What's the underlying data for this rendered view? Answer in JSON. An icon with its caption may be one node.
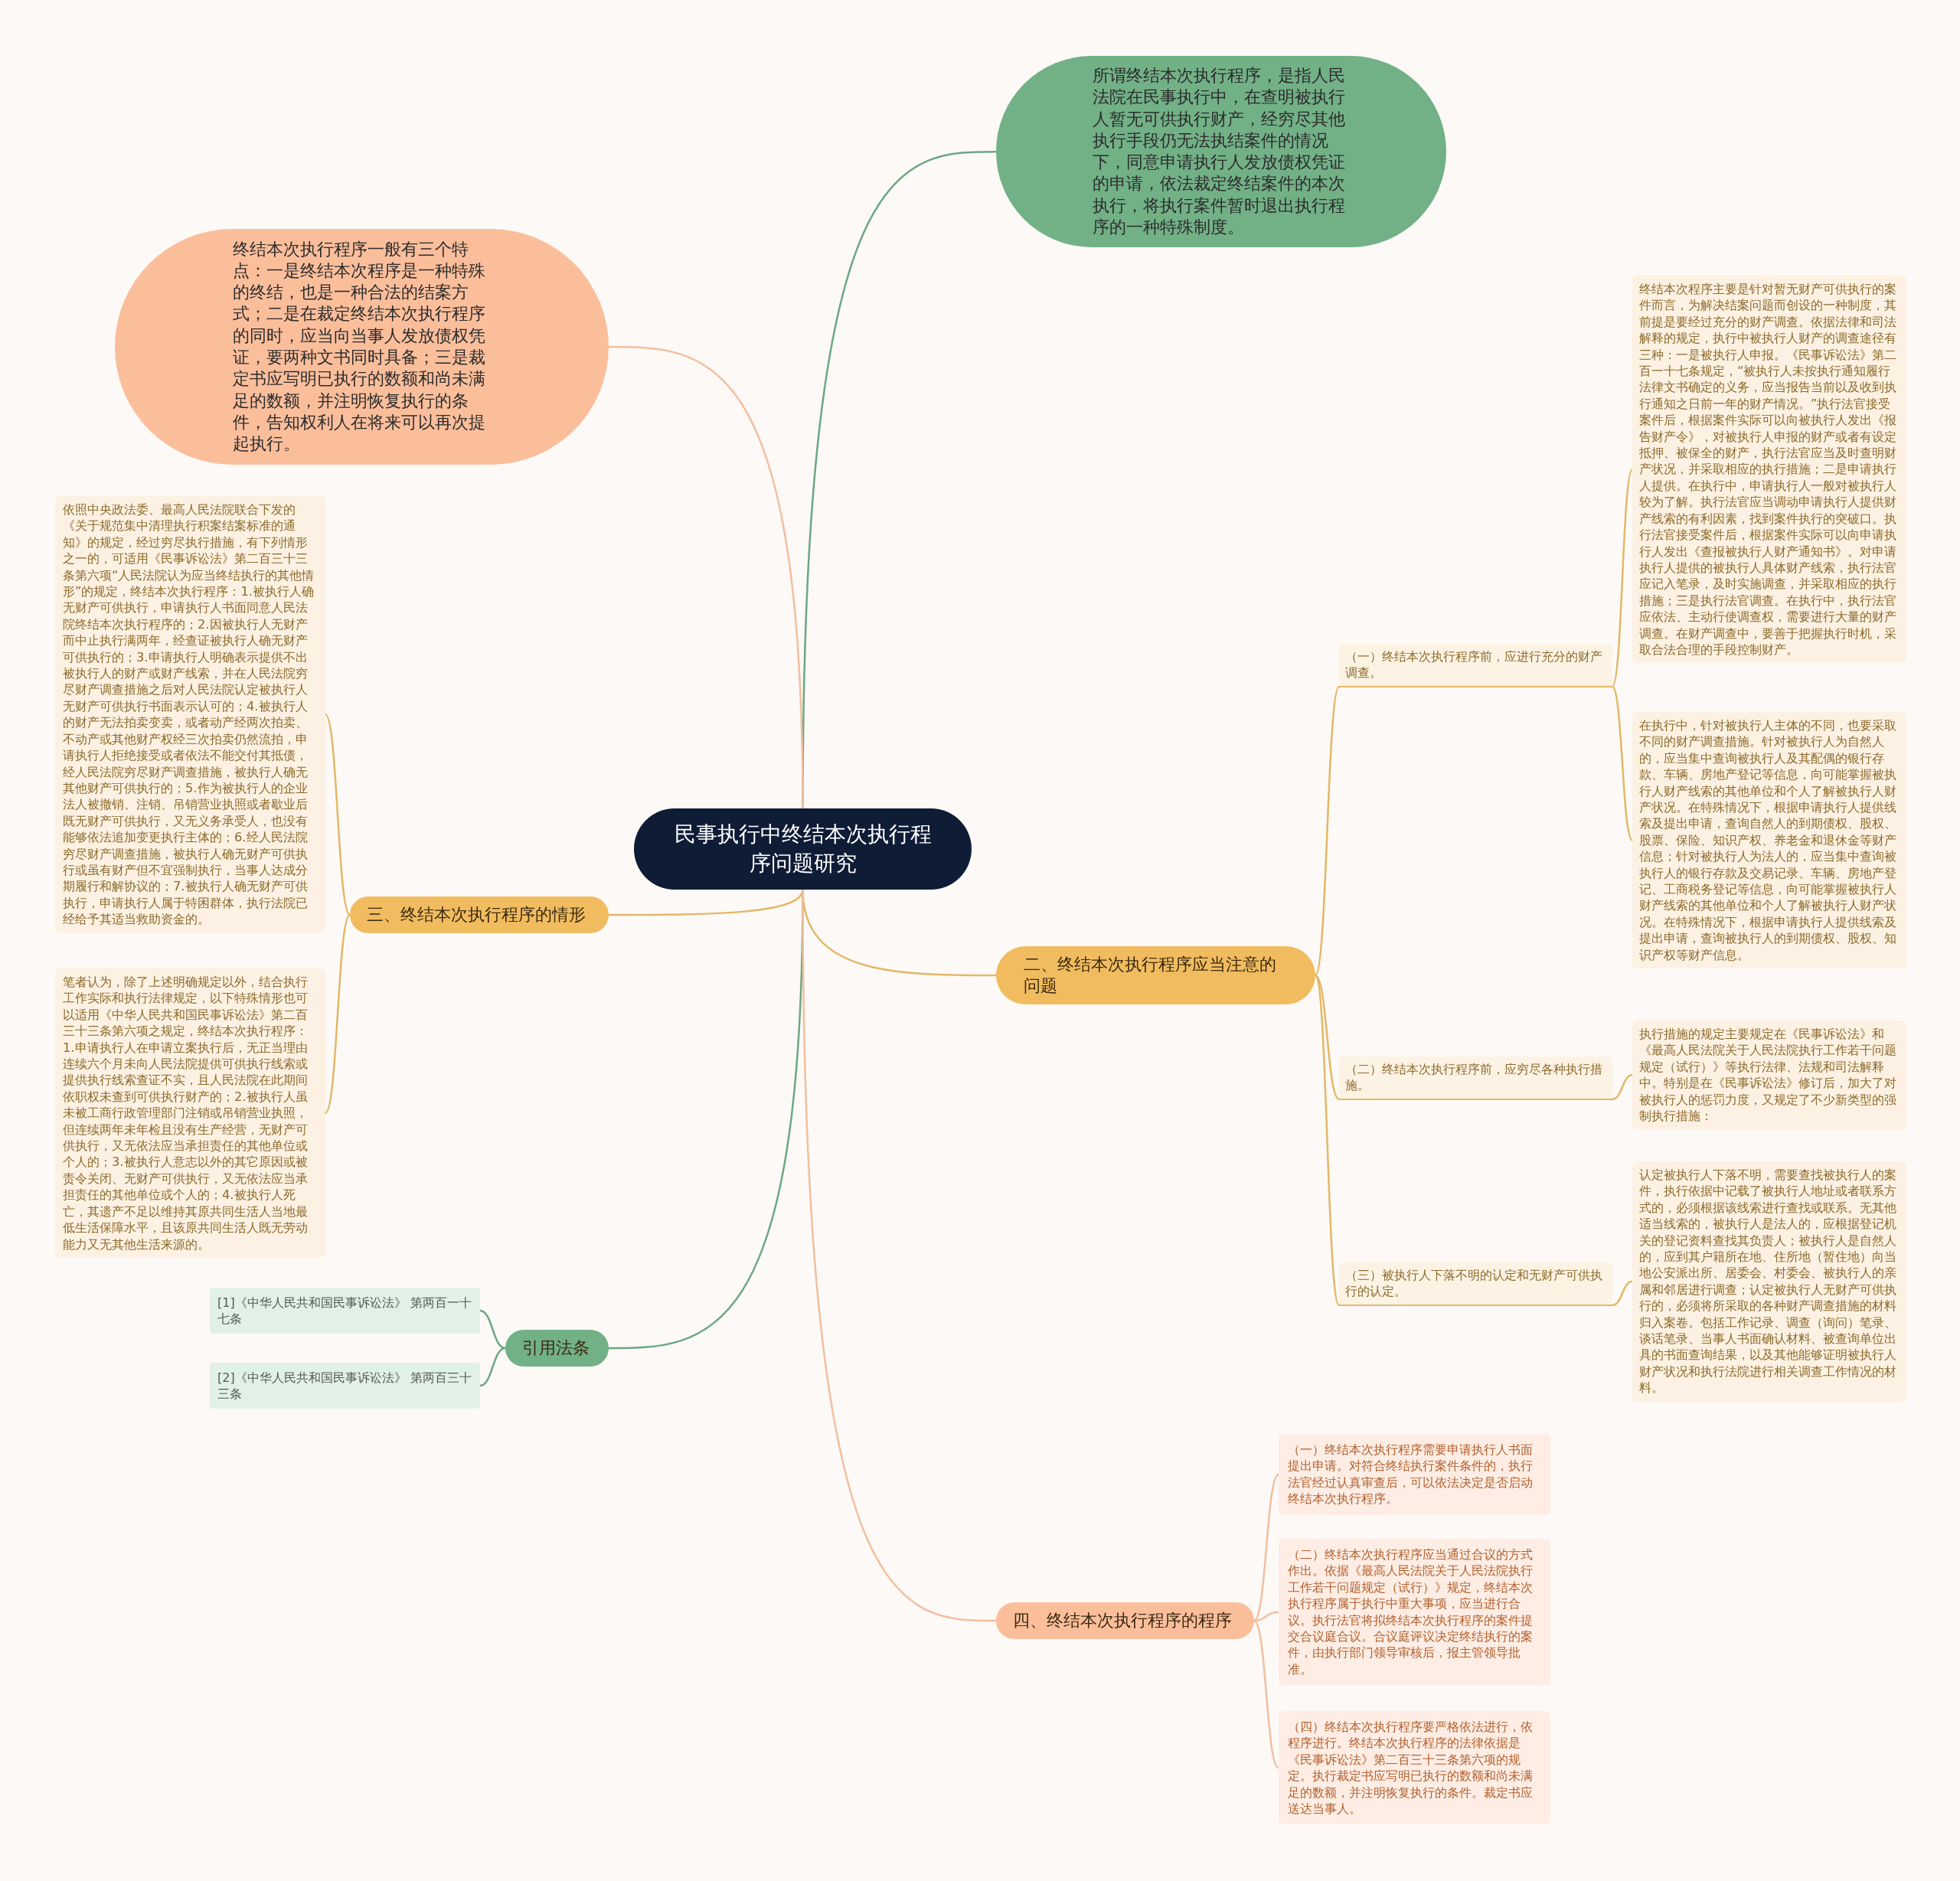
{
  "diagram": {
    "nodes": [
      {
        "text": [
          "民事执行中终结本次执行程序问题研究"
        ]
      },
      {
        "text": [
          "所谓终结本次执行程序，是指人民法院在民事执行中，在查明被执行人暂无可供执行财产，经穷尽其他执行手段仍无法执结案件的情况下，同意申请执行人发放债权凭证的申请，依法裁定终结案件的本次执行，将执行案件暂时退出执行程序的一种特殊制度。"
        ]
      },
      {
        "text": [
          "终结本次执行程序一般有三个特点：一是终结本次程序是一种特殊的终结，也是一种合法的结案方式；二是在裁定终结本次执行程序的同时，应当向当事人发放债权凭证，要两种文书同时具备；三是裁定书应写明已执行的数额和尚未满足的数额，并注明恢复执行的条件，告知权利人在将来可以再次提起执行。"
        ]
      },
      {
        "text": [
          "三、终结本次执行程序的情形"
        ]
      },
      {
        "text": [
          "依照中央政法委、最高人民法院联合下发的《关于规范集中清理执行积案结案标准的通知》的规定，经过穷尽执行措施，有下列情形之一的，可适用《民事诉讼法》第二百三十三条第六项“人民法院认为应当终结执行的其他情形”的规定，终结本次执行程序：1.被执行人确无财产可供执行，申请执行人书面同意人民法院终结本次执行程序的；2.因被执行人无财产而中止执行满两年，经查证被执行人确无财产可供执行的；3.申请执行人明确表示提供不出被执行人的财产或财产线索，并在人民法院穷尽财产调查措施之后对人民法院认定被执行人无财产可供执行书面表示认可的；4.被执行人的财产无法拍卖变卖，或者动产经两次拍卖、不动产或其他财产权经三次拍卖仍然流拍，申请执行人拒绝接受或者依法不能交付其抵债，经人民法院穷尽财产调查措施，被执行人确无其他财产可供执行的；5.作为被执行人的企业法人被撤销、注销、吊销营业执照或者歇业后既无财产可供执行，又无义务承受人，也没有能够依法追加变更执行主体的；6.经人民法院穷尽财产调查措施，被执行人确无财产可供执行或虽有财产但不宜强制执行，当事人达成分期履行和解协议的；7.被执行人确无财产可供执行，申请执行人属于特困群体，执行法院已经给予其适当救助资金的。"
        ]
      },
      {
        "text": [
          "笔者认为，除了上述明确规定以外，结合执行工作实际和执行法律规定，以下特殊情形也可以适用《中华人民共和国民事诉讼法》第二百三十三条第六项之规定，终结本次执行程序：1.申请执行人在申请立案执行后，无正当理由连续六个月未向人民法院提供可供执行线索或提供执行线索查证不实，且人民法院在此期间依职权未查到可供执行财产的；2.被执行人虽未被工商行政管理部门注销或吊销营业执照，但连续两年未年检且没有生产经营，无财产可供执行，又无依法应当承担责任的其他单位或个人的；3.被执行人意志以外的其它原因或被责令关闭、无财产可供执行，又无依法应当承担责任的其他单位或个人的；4.被执行人死亡，其遗产不足以维持其原共同生活人当地最低生活保障水平，且该原共同生活人既无劳动能力又无其他生活来源的。"
        ]
      },
      {
        "text": [
          "引用法条"
        ]
      },
      {
        "text": [
          "[1]《中华人民共和国民事诉讼法》 第两百一十七条"
        ]
      },
      {
        "text": [
          "[2]《中华人民共和国民事诉讼法》 第两百三十三条"
        ]
      },
      {
        "text": [
          "二、终结本次执行程序应当注意的问题"
        ]
      },
      {
        "text": [
          "（一）终结本次执行程序前，应进行充分的财产调查。"
        ]
      },
      {
        "text": [
          "终结本次程序主要是针对暂无财产可供执行的案件而言，为解决结案问题而创设的一种制度，其前提是要经过充分的财产调查。依据法律和司法解释的规定，执行中被执行人财产的调查途径有三种：一是被执行人申报。《民事诉讼法》第二百一十七条规定，“被执行人未按执行通知履行法律文书确定的义务，应当报告当前以及收到执行通知之日前一年的财产情况。”执行法官接受案件后，根据案件实际可以向被执行人发出《报告财产令》，对被执行人申报的财产或者有设定抵押、被保全的财产，执行法官应当及时查明财产状况，并采取相应的执行措施；二是申请执行人提供。在执行中，申请执行人一般对被执行人较为了解。执行法官应当调动申请执行人提供财产线索的有利因素，找到案件执行的突破口。执行法官接受案件后，根据案件实际可以向申请执行人发出《查报被执行人财产通知书》。对申请执行人提供的被执行人具体财产线索，执行法官应记入笔录，及时实施调查，并采取相应的执行措施；三是执行法官调查。在执行中，执行法官应依法、主动行使调查权，需要进行大量的财产调查。在财产调查中，要善于把握执行时机，采取合法合理的手段控制财产。"
        ]
      },
      {
        "text": [
          "在执行中，针对被执行人主体的不同，也要采取不同的财产调查措施。针对被执行人为自然人的，应当集中查询被执行人及其配偶的银行存款、车辆、房地产登记等信息，向可能掌握被执行人财产线索的其他单位和个人了解被执行人财产状况。在特殊情况下，根据申请执行人提供线索及提出申请，查询自然人的到期债权、股权、股票、保险、知识产权、养老金和退休金等财产信息；针对被执行人为法人的，应当集中查询被执行人的银行存款及交易记录、车辆、房地产登记、工商税务登记等信息，向可能掌握被执行人财产线索的其他单位和个人了解被执行人财产状况。在特殊情况下，根据申请执行人提供线索及提出申请，查询被执行人的到期债权、股权、知识产权等财产信息。"
        ]
      },
      {
        "text": [
          "（二）终结本次执行程序前，应穷尽各种执行措施。"
        ]
      },
      {
        "text": [
          "执行措施的规定主要规定在《民事诉讼法》和《最高人民法院关于人民法院执行工作若干问题规定（试行）》等执行法律、法规和司法解释中。特别是在《民事诉讼法》修订后，加大了对被执行人的惩罚力度，又规定了不少新类型的强制执行措施："
        ]
      },
      {
        "text": [
          "（三）被执行人下落不明的认定和无财产可供执行的认定。"
        ]
      },
      {
        "text": [
          "认定被执行人下落不明，需要查找被执行人的案件，执行依据中记载了被执行人地址或者联系方式的，必须根据该线索进行查找或联系。无其他适当线索的，被执行人是法人的，应根据登记机关的登记资料查找其负责人；被执行人是自然人的，应到其户籍所在地、住所地（暂住地）向当地公安派出所、居委会、村委会、被执行人的亲属和邻居进行调查；认定被执行人无财产可供执行的，必须将所采取的各种财产调查措施的材料归入案卷。包括工作记录、调查（询问）笔录、谈话笔录、当事人书面确认材料、被查询单位出具的书面查询结果，以及其他能够证明被执行人财产状况和执行法院进行相关调查工作情况的材料。"
        ]
      },
      {
        "text": [
          "四、终结本次执行程序的程序"
        ]
      },
      {
        "text": [
          "（一）终结本次执行程序需要申请执行人书面提出申请。对符合终结执行案件条件的，执行法官经过认真审查后，可以依法决定是否启动终结本次执行程序。"
        ]
      },
      {
        "text": [
          "（二）终结本次执行程序应当通过合议的方式作出。依据《最高人民法院关于人民法院执行工作若干问题规定（试行）》规定，终结本次执行程序属于执行中重大事项，应当进行合议。执行法官将拟终结本次执行程序的案件提交合议庭合议。合议庭评议决定终结执行的案件，由执行部门领导审核后，报主管领导批准。"
        ]
      },
      {
        "text": [
          "（四）终结本次执行程序要严格依法进行，依程序进行。终结本次执行程序的法律依据是《民事诉讼法》第二百三十三条第六项的规定。执行裁定书应写明已执行的数额和尚未满足的数额，并注明恢复执行的条件。裁定书应送达当事人。"
        ]
      }
    ],
    "edges": [
      {
        "from": 0,
        "to": 1,
        "arrow": "none",
        "color": "#6aa882"
      },
      {
        "from": 0,
        "to": 2,
        "arrow": "none",
        "color": "#f2bf9f"
      },
      {
        "from": 0,
        "to": 3,
        "arrow": "none"
      },
      {
        "from": 0,
        "to": 6,
        "arrow": "none",
        "color": "#6aa882"
      },
      {
        "from": 0,
        "to": 9,
        "arrow": "none"
      },
      {
        "from": 0,
        "to": 17,
        "arrow": "none",
        "color": "#f2bf9f"
      },
      {
        "from": 3,
        "to": 4,
        "arrow": "none"
      },
      {
        "from": 3,
        "to": 5,
        "arrow": "none"
      },
      {
        "from": 6,
        "to": 7,
        "arrow": "none",
        "color": "#6aa882"
      },
      {
        "from": 6,
        "to": 8,
        "arrow": "none",
        "color": "#6aa882"
      },
      {
        "from": 9,
        "to": 10,
        "arrow": "none"
      },
      {
        "from": 9,
        "to": 13,
        "arrow": "none"
      },
      {
        "from": 9,
        "to": 15,
        "arrow": "none"
      },
      {
        "from": 10,
        "to": 11,
        "arrow": "none"
      },
      {
        "from": 10,
        "to": 12,
        "arrow": "none"
      },
      {
        "from": 13,
        "to": 14,
        "arrow": "none"
      },
      {
        "from": 15,
        "to": 16,
        "arrow": "none"
      },
      {
        "from": 17,
        "to": 18,
        "arrow": "none",
        "color": "#f2bf9f"
      },
      {
        "from": 17,
        "to": 19,
        "arrow": "none",
        "color": "#f2bf9f"
      },
      {
        "from": 17,
        "to": 20,
        "arrow": "none",
        "color": "#f2bf9f"
      }
    ]
  }
}
